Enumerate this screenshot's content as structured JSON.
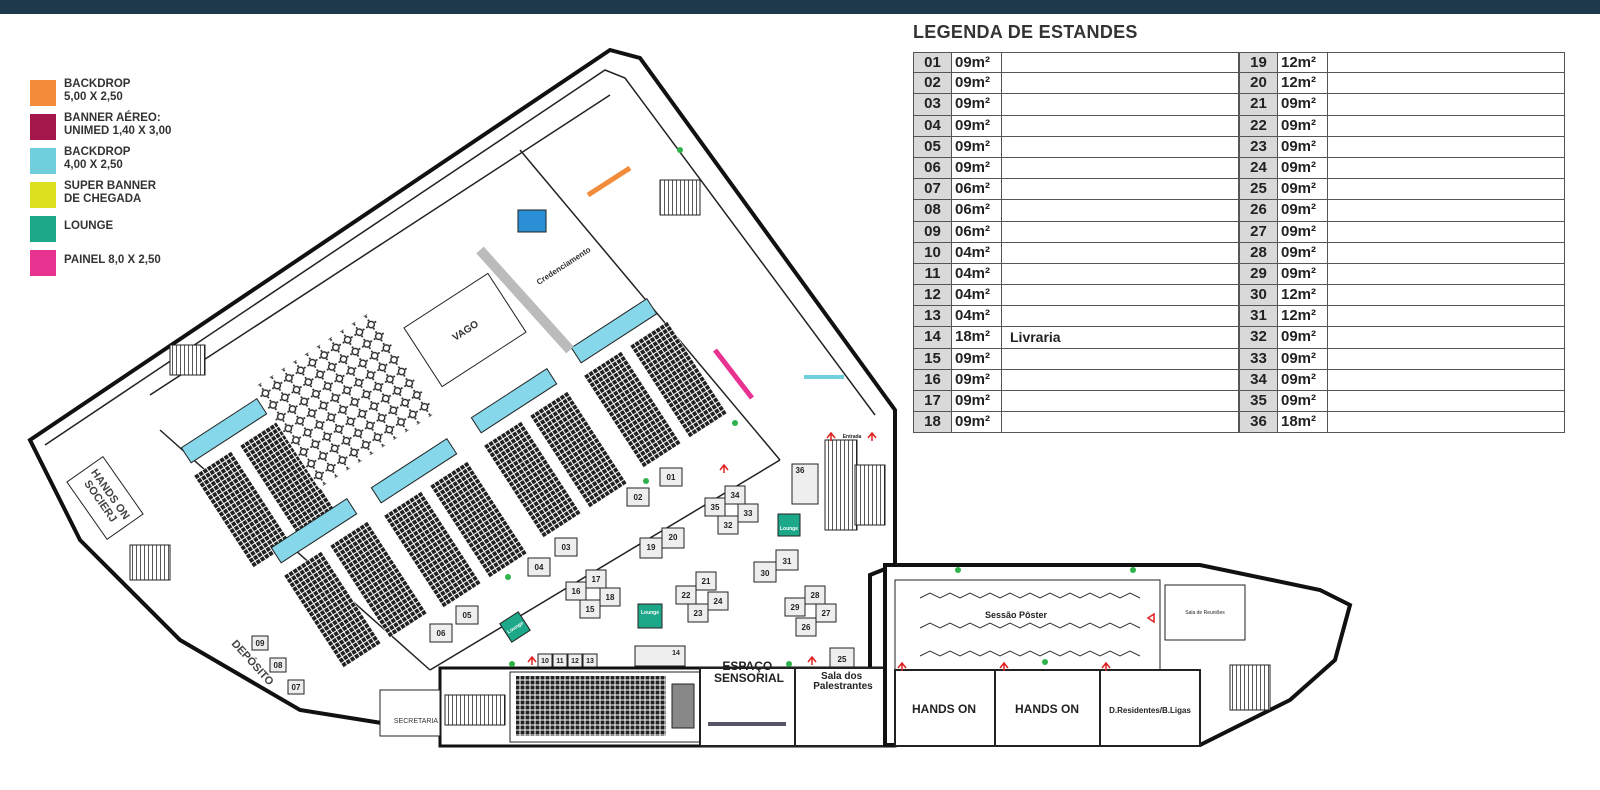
{
  "legend": {
    "items": [
      {
        "label": "BACKDROP\n5,00 x 2,50",
        "color": "#f28c3b"
      },
      {
        "label": "BANNER AÉREO:\nUNIMED 1,40 x 3,00",
        "color": "#a3174a"
      },
      {
        "label": "BACKDROP\n4,00 X 2,50",
        "color": "#6fcfdc"
      },
      {
        "label": "SUPER BANNER\nDE CHEGADA",
        "color": "#dce01e"
      },
      {
        "label": "LOUNGE",
        "color": "#1ea88a"
      },
      {
        "label": "PAINEL 8,0 X 2,50",
        "color": "#e8328f"
      }
    ]
  },
  "stands": {
    "title": "LEGENDA DE ESTANDES",
    "left": [
      {
        "num": "01",
        "size": "09m²",
        "name": ""
      },
      {
        "num": "02",
        "size": "09m²",
        "name": ""
      },
      {
        "num": "03",
        "size": "09m²",
        "name": ""
      },
      {
        "num": "04",
        "size": "09m²",
        "name": ""
      },
      {
        "num": "05",
        "size": "09m²",
        "name": ""
      },
      {
        "num": "06",
        "size": "09m²",
        "name": ""
      },
      {
        "num": "07",
        "size": "06m²",
        "name": ""
      },
      {
        "num": "08",
        "size": "06m²",
        "name": ""
      },
      {
        "num": "09",
        "size": "06m²",
        "name": ""
      },
      {
        "num": "10",
        "size": "04m²",
        "name": ""
      },
      {
        "num": "11",
        "size": "04m²",
        "name": ""
      },
      {
        "num": "12",
        "size": "04m²",
        "name": ""
      },
      {
        "num": "13",
        "size": "04m²",
        "name": ""
      },
      {
        "num": "14",
        "size": "18m²",
        "name": "Livraria"
      },
      {
        "num": "15",
        "size": "09m²",
        "name": ""
      },
      {
        "num": "16",
        "size": "09m²",
        "name": ""
      },
      {
        "num": "17",
        "size": "09m²",
        "name": ""
      },
      {
        "num": "18",
        "size": "09m²",
        "name": ""
      }
    ],
    "right": [
      {
        "num": "19",
        "size": "12m²",
        "name": ""
      },
      {
        "num": "20",
        "size": "12m²",
        "name": ""
      },
      {
        "num": "21",
        "size": "09m²",
        "name": ""
      },
      {
        "num": "22",
        "size": "09m²",
        "name": ""
      },
      {
        "num": "23",
        "size": "09m²",
        "name": ""
      },
      {
        "num": "24",
        "size": "09m²",
        "name": ""
      },
      {
        "num": "25",
        "size": "09m²",
        "name": ""
      },
      {
        "num": "26",
        "size": "09m²",
        "name": ""
      },
      {
        "num": "27",
        "size": "09m²",
        "name": ""
      },
      {
        "num": "28",
        "size": "09m²",
        "name": ""
      },
      {
        "num": "29",
        "size": "09m²",
        "name": ""
      },
      {
        "num": "30",
        "size": "12m²",
        "name": ""
      },
      {
        "num": "31",
        "size": "12m²",
        "name": ""
      },
      {
        "num": "32",
        "size": "09m²",
        "name": ""
      },
      {
        "num": "33",
        "size": "09m²",
        "name": ""
      },
      {
        "num": "34",
        "size": "09m²",
        "name": ""
      },
      {
        "num": "35",
        "size": "09m²",
        "name": ""
      },
      {
        "num": "36",
        "size": "18m²",
        "name": ""
      }
    ]
  },
  "plan": {
    "areas": {
      "hands_on_socierj": "HANDS ON\nSOCIERJ",
      "deposito": "DEPÓSITO",
      "vago": "VAGO",
      "credenciamento": "Credenciamento",
      "espaco_sensorial": "ESPAÇO\nSENSORIAL",
      "sala_palestrantes": "Sala dos\nPalestrantes",
      "hands_on_1": "HANDS ON",
      "hands_on_2": "HANDS ON",
      "residentes": "D.Residentes/B.Ligas",
      "sessao_poster": "Sessão Pôster",
      "secretaria": "SECRETARIA",
      "lounge": "Lounge",
      "entrada": "Entrada",
      "sala_reunioes": "Sala de Reuniões"
    },
    "stand_labels": [
      "01",
      "02",
      "03",
      "04",
      "05",
      "06",
      "07",
      "08",
      "09",
      "10",
      "11",
      "12",
      "13",
      "14",
      "15",
      "16",
      "17",
      "18",
      "19",
      "20",
      "21",
      "22",
      "23",
      "24",
      "25",
      "26",
      "27",
      "28",
      "29",
      "30",
      "31",
      "32",
      "33",
      "34",
      "35",
      "36"
    ]
  }
}
